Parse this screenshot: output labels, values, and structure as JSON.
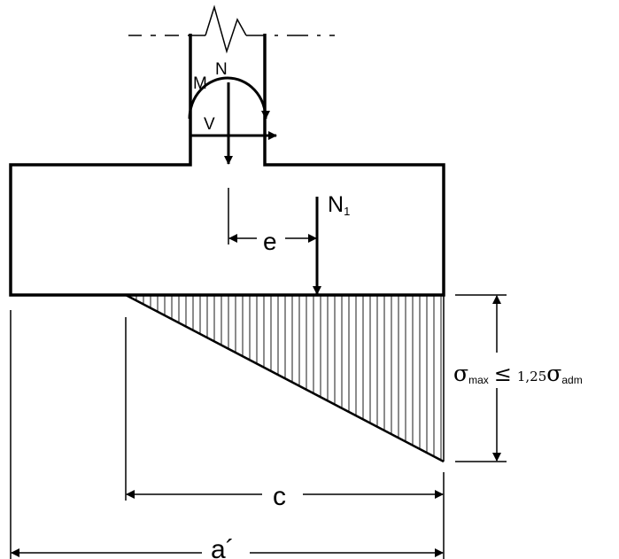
{
  "labels": {
    "moment": "M",
    "axial": "N",
    "shear": "V",
    "resultant_main": "N",
    "resultant_sub": "1",
    "eccentricity": "e",
    "contact_width": "c",
    "base_width": "a´"
  },
  "stress_note": {
    "sigma_symbol": "σ",
    "max_sub": "max",
    "relation": "≤",
    "factor": "1,25",
    "adm_sub": "adm"
  }
}
